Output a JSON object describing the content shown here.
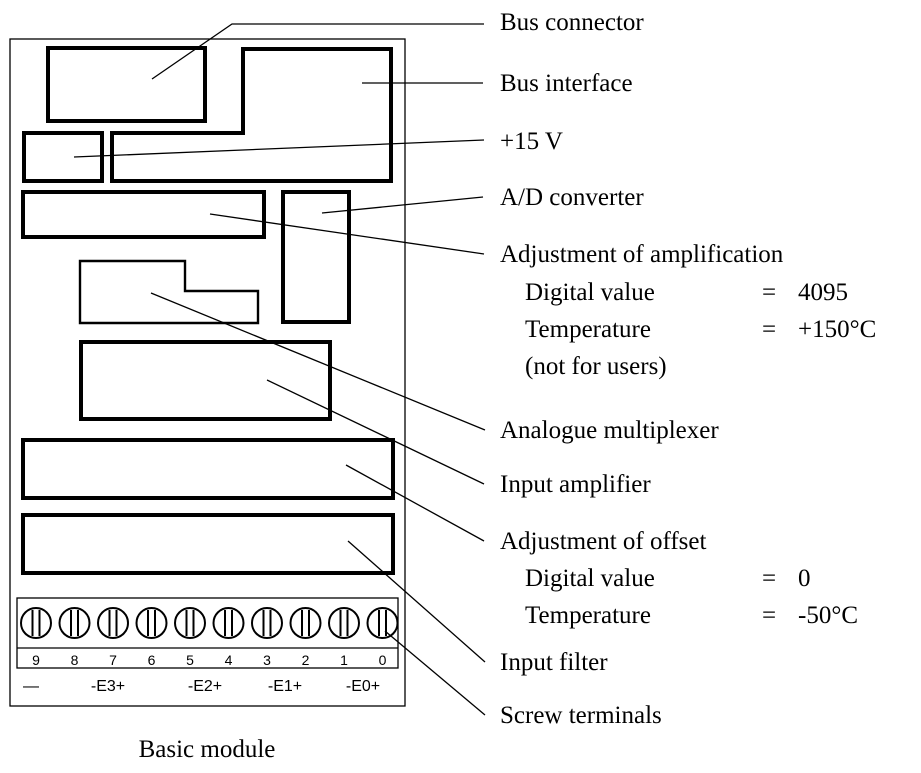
{
  "labels": {
    "bus_connector": "Bus connector",
    "bus_interface": "Bus interface",
    "plus15v": "+15 V",
    "ad_converter": "A/D converter",
    "adj_amplification": "Adjustment of amplification",
    "amp_digital_label": "Digital value",
    "amp_digital_eq": "=",
    "amp_digital_value": "4095",
    "amp_temp_label": "Temperature",
    "amp_temp_eq": "=",
    "amp_temp_value": "+150°C",
    "amp_note": "(not for users)",
    "analogue_multiplexer": "Analogue multiplexer",
    "input_amplifier": "Input amplifier",
    "adj_offset": "Adjustment of offset",
    "off_digital_label": "Digital value",
    "off_digital_eq": "=",
    "off_digital_value": "0",
    "off_temp_label": "Temperature",
    "off_temp_eq": "=",
    "off_temp_value": "-50°C",
    "input_filter": "Input filter",
    "screw_terminals": "Screw terminals"
  },
  "terminal_numbers": [
    "9",
    "8",
    "7",
    "6",
    "5",
    "4",
    "3",
    "2",
    "1",
    "0"
  ],
  "terminal_groups": [
    "—",
    "-E3+",
    "-E2+",
    "-E1+",
    "-E0+"
  ],
  "caption": "Basic module"
}
